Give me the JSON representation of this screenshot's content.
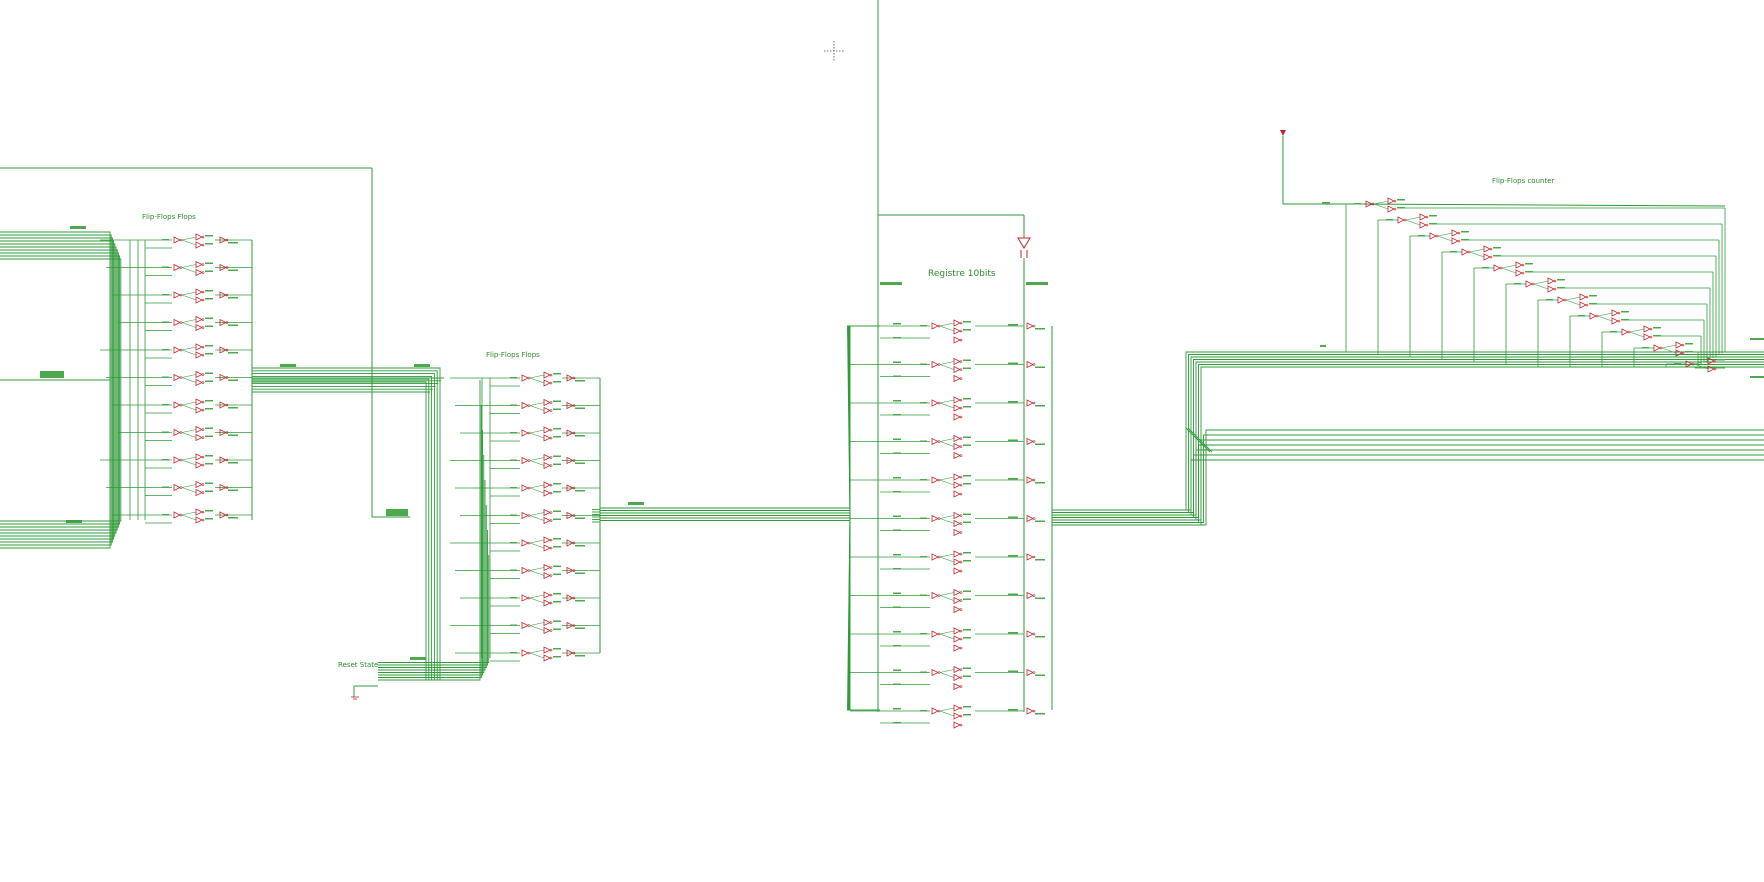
{
  "colors": {
    "wire": "#2f9a3a",
    "gate": "#c2252b",
    "pin": "#4ea84e",
    "label": "#2e8b2e",
    "background": "#ffffff",
    "cursor": "#444444"
  },
  "labels": {
    "block1": "Flip-Flops Flops",
    "block2": "Flip-Flops Flops",
    "register": "Registre 10bits",
    "counter": "Flip-Flops counter",
    "reset": "Reset State"
  },
  "icons": {
    "cursor": "crosshair-cursor-icon",
    "probe": "probe-marker-icon",
    "ground": "ground-icon",
    "buffer": "buffer-gate-icon"
  }
}
